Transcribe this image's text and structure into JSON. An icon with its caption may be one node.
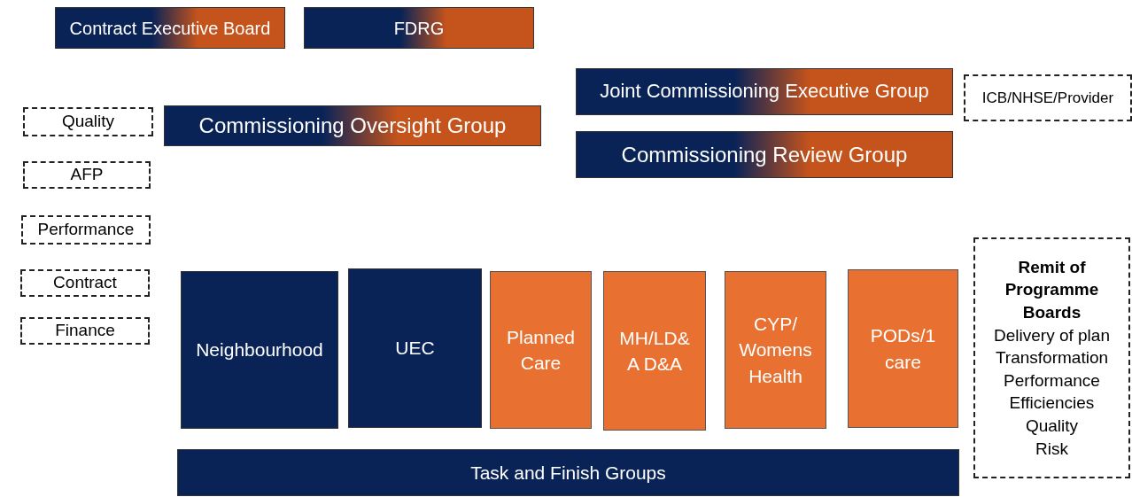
{
  "diagram": {
    "nodes": [
      {
        "text": [
          "Contract Executive Board"
        ]
      },
      {
        "text": [
          "FDRG"
        ]
      },
      {
        "text": [
          "Joint Commissioning Executive Group"
        ]
      },
      {
        "text": [
          "ICB/NHSE/Provider"
        ]
      },
      {
        "text": [
          "Quality"
        ]
      },
      {
        "text": [
          "Commissioning Oversight Group"
        ]
      },
      {
        "text": [
          "Commissioning Review Group"
        ]
      },
      {
        "text": [
          "AFP"
        ]
      },
      {
        "text": [
          "Performance"
        ]
      },
      {
        "text": [
          "Contract"
        ]
      },
      {
        "text": [
          "Finance"
        ]
      },
      {
        "text": [
          "Neighbourhood"
        ]
      },
      {
        "text": [
          "UEC"
        ]
      },
      {
        "text": [
          "Planned Care"
        ]
      },
      {
        "text": [
          "MH/LD& A D&A"
        ]
      },
      {
        "text": [
          "CYP/ Womens Health"
        ]
      },
      {
        "text": [
          "PODs/1 care"
        ]
      },
      {
        "text": [
          "Remit of Programme Boards",
          "Delivery of plan",
          "Transformation",
          "Performance",
          "Efficiencies",
          "Quality",
          "Risk"
        ]
      },
      {
        "text": [
          "Task and Finish Groups"
        ]
      }
    ]
  }
}
